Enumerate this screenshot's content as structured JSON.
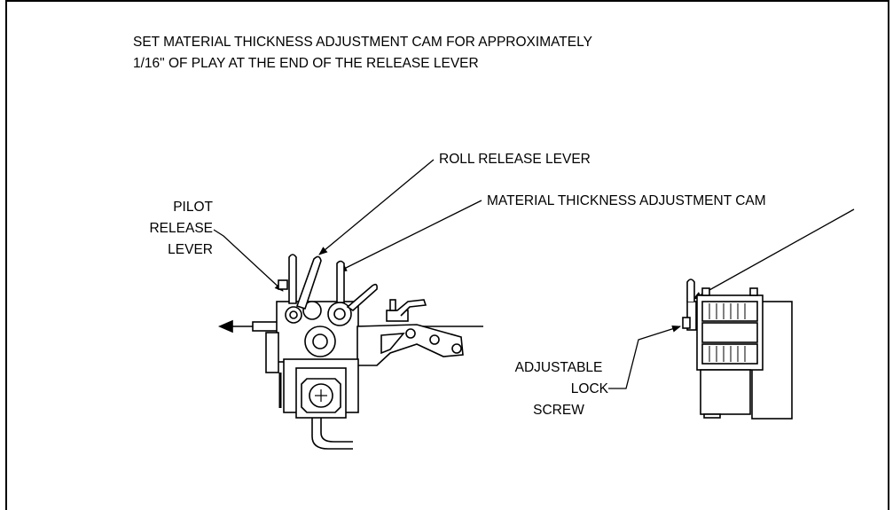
{
  "instructions": {
    "line1": "SET MATERIAL THICKNESS ADJUSTMENT CAM FOR APPROXIMATELY",
    "line2": "1/16\" OF PLAY AT THE END OF THE RELEASE LEVER"
  },
  "callouts": {
    "roll_release_lever": "ROLL RELEASE LEVER",
    "material_thickness_cam": "MATERIAL THICKNESS ADJUSTMENT CAM",
    "pilot_release_lever": [
      "PILOT",
      "RELEASE",
      "LEVER"
    ],
    "adjustable_lock_screw": [
      "ADJUSTABLE",
      "LOCK",
      "SCREW"
    ]
  }
}
